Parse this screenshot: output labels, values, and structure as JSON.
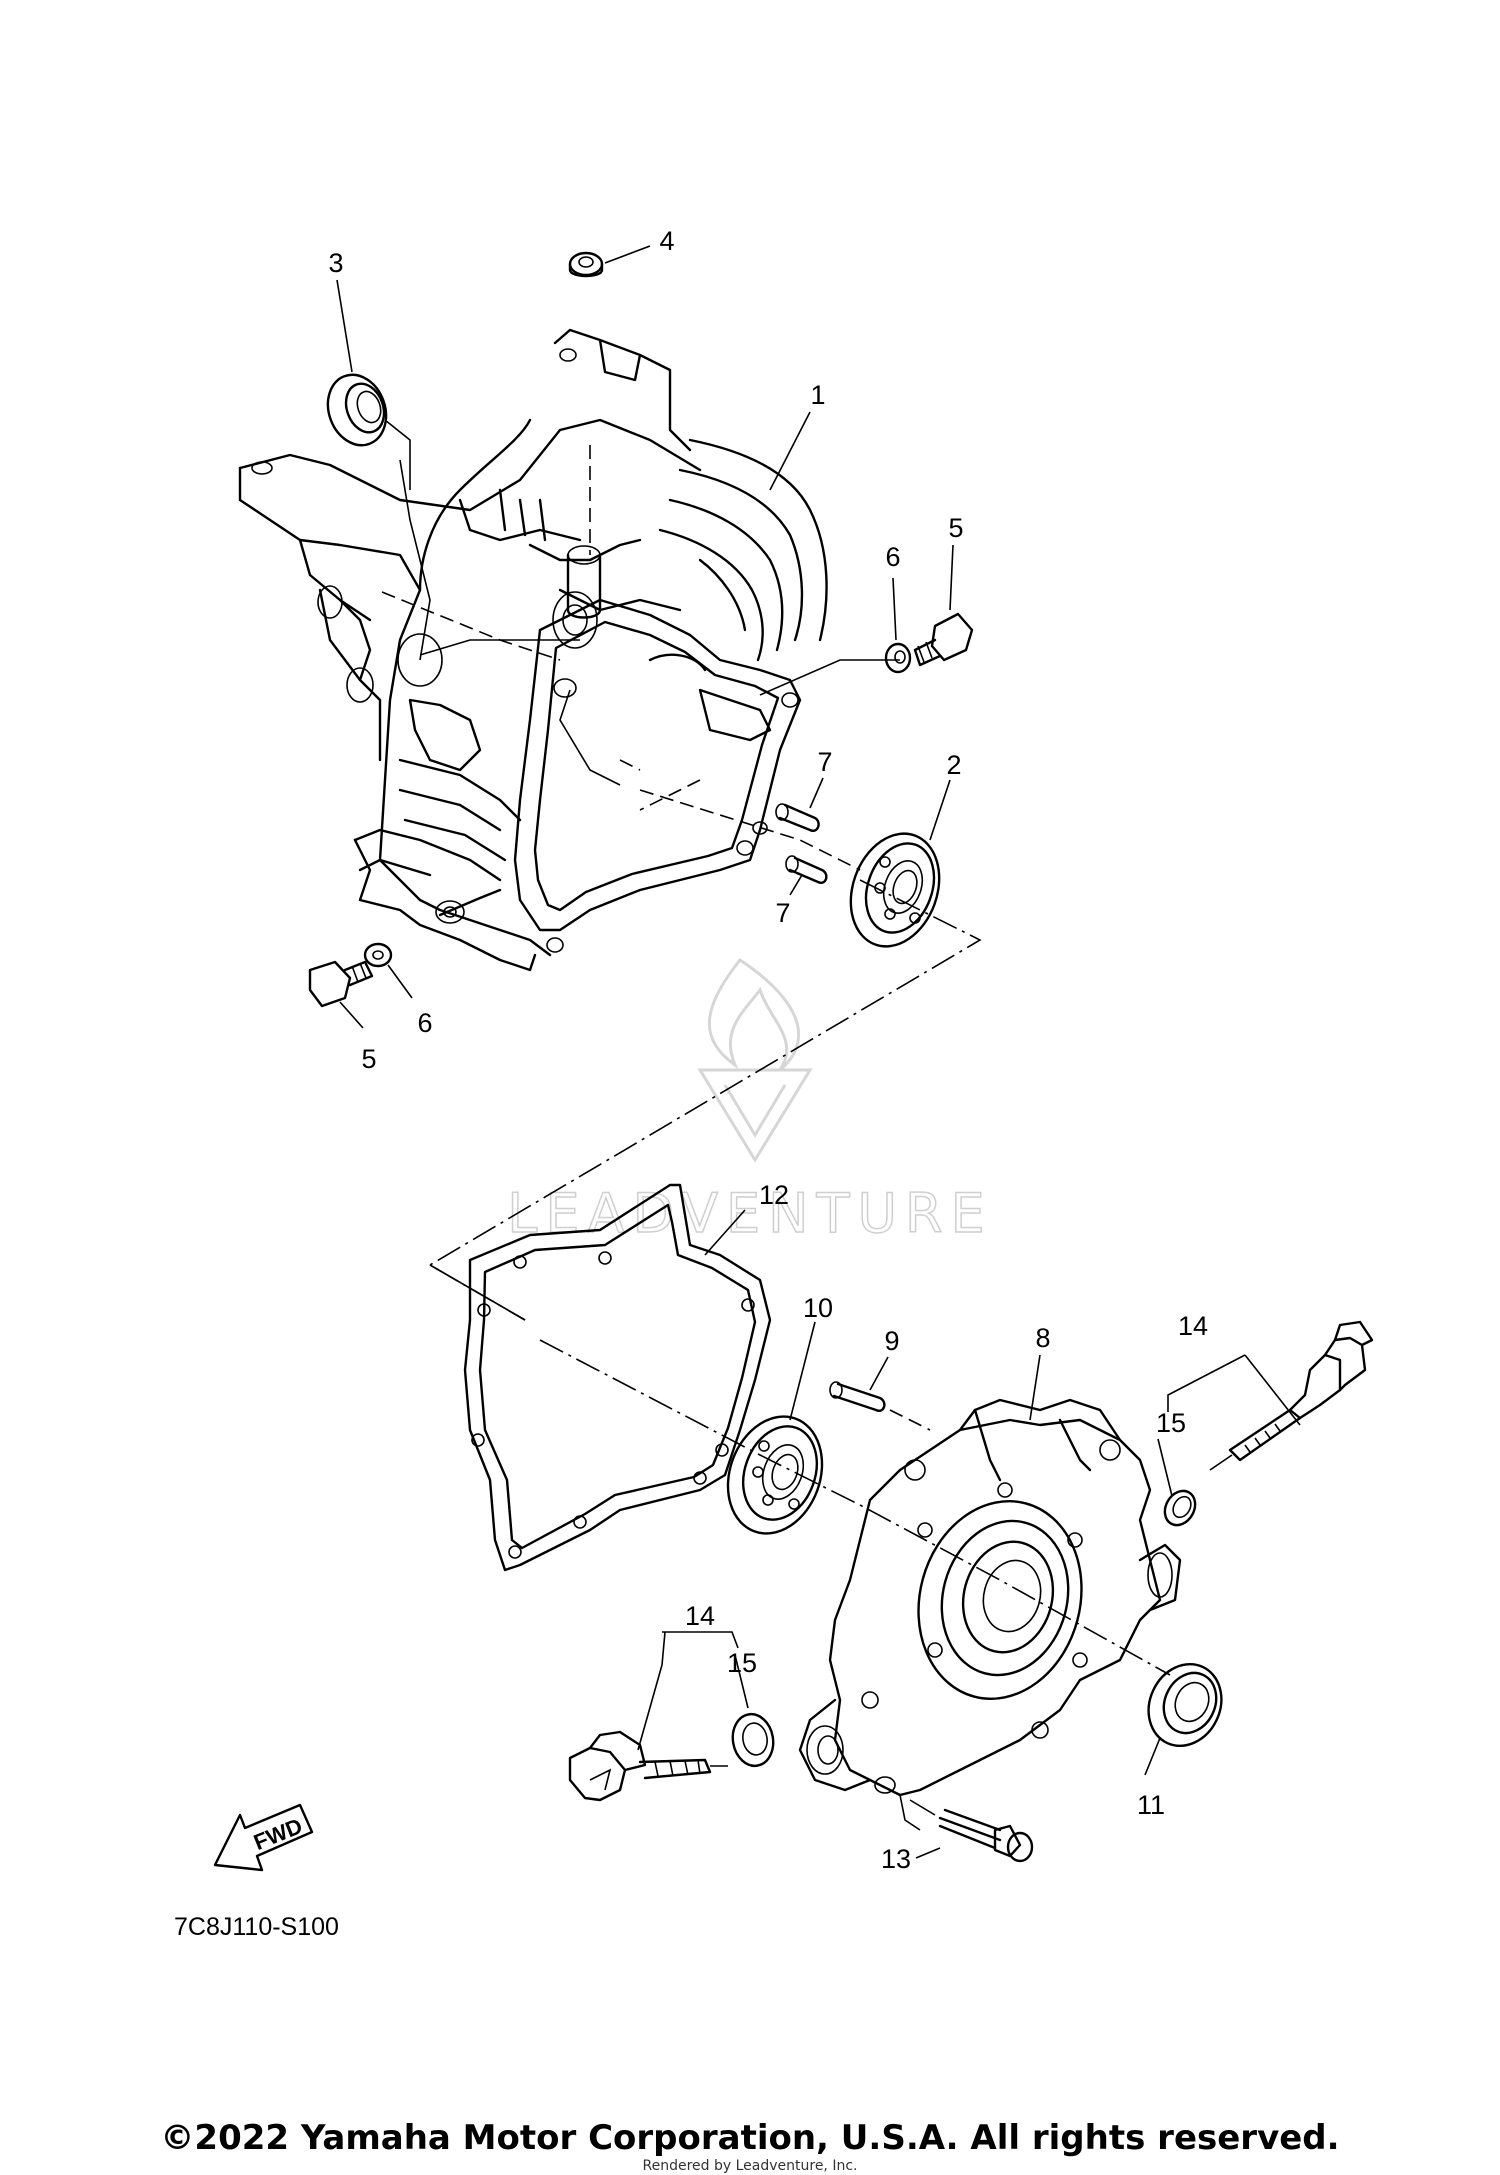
{
  "diagram": {
    "callouts": {
      "c1": "1",
      "c2": "2",
      "c3": "3",
      "c4": "4",
      "c5a": "5",
      "c5b": "5",
      "c6a": "6",
      "c6b": "6",
      "c7a": "7",
      "c7b": "7",
      "c8": "8",
      "c9": "9",
      "c10": "10",
      "c11": "11",
      "c12": "12",
      "c13": "13",
      "c14a": "14",
      "c14b": "14",
      "c15a": "15",
      "c15b": "15"
    },
    "diagram_code": "7C8J110-S100",
    "fwd_label": "FWD",
    "watermark": "LEADVENTURE"
  },
  "footer": {
    "copyright": "©2022 Yamaha Motor Corporation, U.S.A. All rights reserved.",
    "rendered_by": "Rendered by Leadventure, Inc."
  }
}
